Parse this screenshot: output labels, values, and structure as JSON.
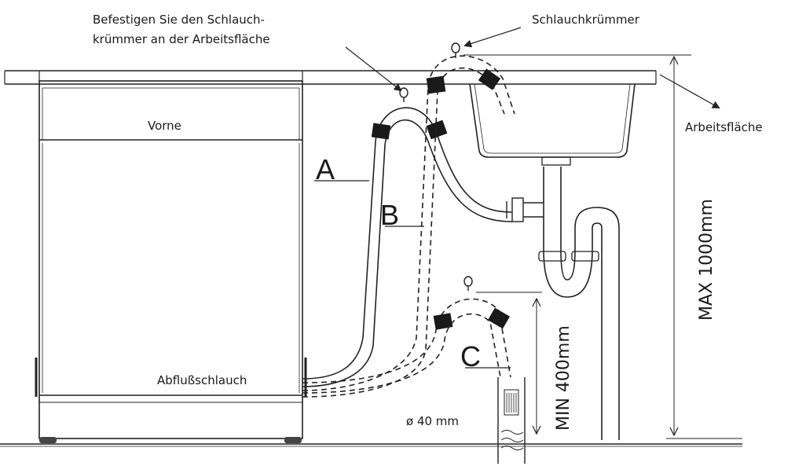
{
  "labels": {
    "attach_line1": "Befestigen Sie den Schlauch-",
    "attach_line2": "krümmer an der Arbeitsfläche",
    "hose_bend": "Schlauchkrümmer",
    "worktop": "Arbeitsfläche",
    "front": "Vorne",
    "drain_hose": "Abflußschlauch",
    "diameter": "ø 40 mm",
    "max_height": "MAX 1000mm",
    "min_height": "MIN 400mm",
    "option_a": "A",
    "option_b": "B",
    "option_c": "C"
  }
}
